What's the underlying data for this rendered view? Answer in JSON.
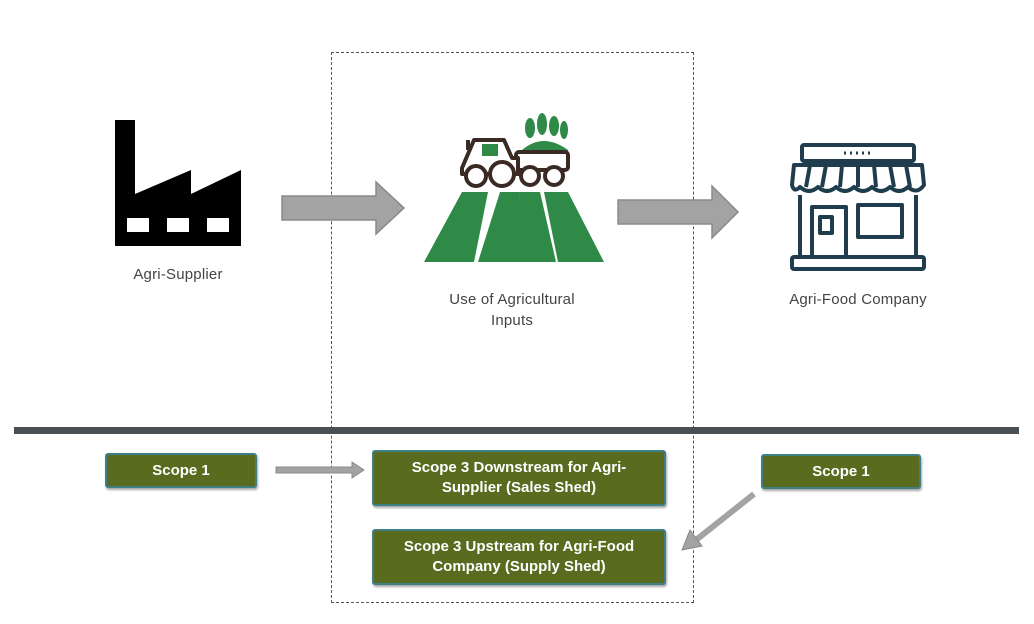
{
  "diagram": {
    "nodes": {
      "supplier": {
        "label": "Agri-Supplier",
        "icon": "factory-icon"
      },
      "inputs": {
        "label_line1": "Use of Agricultural",
        "label_line2": "Inputs",
        "icon": "tractor-field-icon"
      },
      "company": {
        "label": "Agri-Food Company",
        "icon": "storefront-icon"
      }
    },
    "scopes": {
      "left": "Scope 1",
      "right": "Scope 1",
      "downstream_line1": "Scope 3 Downstream for Agri-",
      "downstream_line2": "Supplier (Sales Shed)",
      "upstream_line1": "Scope 3 Upstream for Agri-Food",
      "upstream_line2": "Company (Supply Shed)"
    },
    "colors": {
      "scope_fill": "#596b1f",
      "scope_border": "#3f7f86",
      "field_green": "#2f8a47",
      "arrow_gray": "#9a9a9a",
      "icon_navy": "#1f3d4d",
      "divider": "#4a4f54"
    }
  }
}
